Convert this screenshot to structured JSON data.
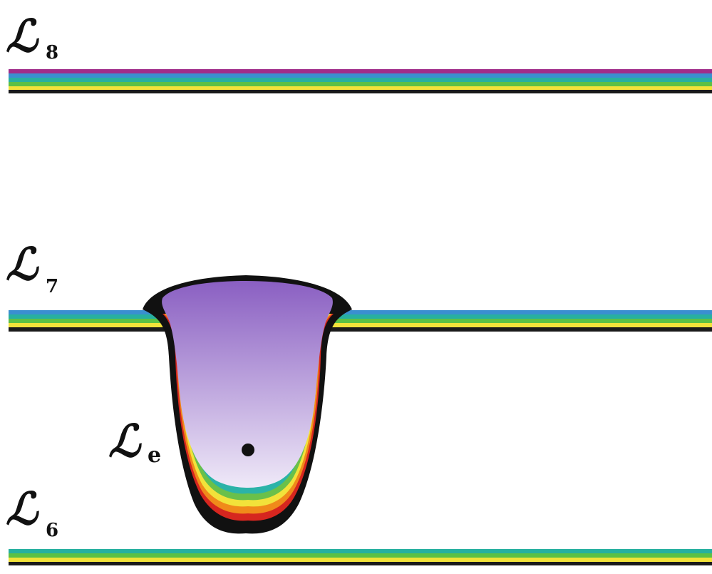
{
  "labels": {
    "l8": {
      "symbol": "ℒ",
      "sub": "8"
    },
    "l7": {
      "symbol": "ℒ",
      "sub": "7"
    },
    "l6": {
      "symbol": "ℒ",
      "sub": "6"
    },
    "le": {
      "symbol": "ℒ",
      "sub": "e"
    }
  },
  "colors": {
    "background": "#ffffff",
    "outline": "#111111",
    "bulb_top": "#8a5fc2",
    "bulb_bottom": "#efe9f8",
    "band_bulb": [
      "#3a7bd5",
      "#2bb3a8",
      "#6ac04a",
      "#f2e23a",
      "#f08a1a",
      "#d6261f"
    ],
    "band_top_line": [
      "#a02d8a",
      "#3a8fd0",
      "#27b0a0",
      "#5cc045",
      "#f2e23a",
      "#1a1a1a"
    ],
    "band_mid_line": [
      "#3a8fd0",
      "#27b0a0",
      "#5cc045",
      "#f2e23a",
      "#1a1a1a"
    ],
    "band_low_line": [
      "#27b0a0",
      "#5cc045",
      "#f2e23a",
      "#1a1a1a"
    ]
  }
}
